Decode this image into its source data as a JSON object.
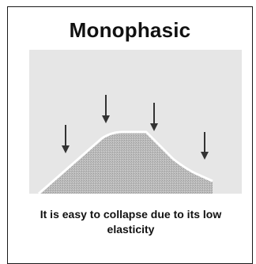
{
  "card": {
    "title": "Monophasic",
    "caption": "It is easy to collapse due to its low elasticity"
  },
  "diagram": {
    "background_color": "#e6e6e6",
    "hill_fill_color": "#b9b9b9",
    "hill_outline_color": "#ffffff",
    "arrow_color": "#333333",
    "arrow_count": 4
  }
}
